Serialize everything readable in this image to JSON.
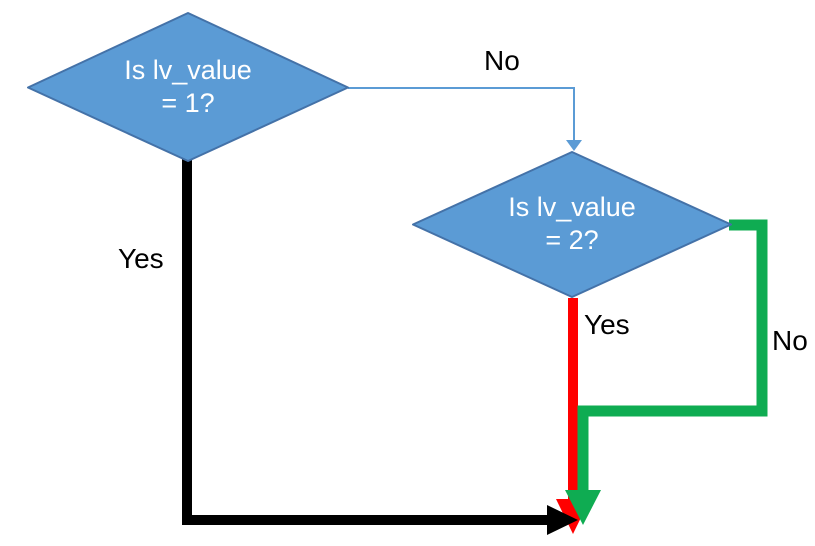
{
  "diagram": {
    "type": "flowchart",
    "background": "#FFFFFF"
  },
  "nodes": [
    {
      "id": "decision1",
      "shape": "diamond",
      "label": "Is lv_value = 1?",
      "lines": [
        "Is lv_value",
        "= 1?"
      ]
    },
    {
      "id": "decision2",
      "shape": "diamond",
      "label": "Is lv_value = 2?",
      "lines": [
        "Is lv_value",
        "= 2?"
      ]
    }
  ],
  "edges": [
    {
      "id": "no1",
      "label": "No",
      "from": "decision1-right",
      "to": "decision2-top",
      "style": "thin-arrow",
      "color": "#5B9BD5"
    },
    {
      "id": "yes1",
      "label": "Yes",
      "from": "decision1-bottom",
      "to": "merge-point",
      "style": "thick-arrow",
      "color": "#000000"
    },
    {
      "id": "yes2",
      "label": "Yes",
      "from": "decision2-bottom",
      "to": "merge-point",
      "style": "thick-arrow",
      "color": "#FF0000"
    },
    {
      "id": "no2",
      "label": "No",
      "from": "decision2-right",
      "to": "merge-point",
      "style": "thick-arrow",
      "color": "#0FAC52"
    }
  ],
  "colors": {
    "node_fill": "#5B9BD5",
    "node_border": "#4472A8",
    "node_text": "#FFFFFF",
    "edge_no_thin_blue": "#5B9BD5",
    "edge_yes_black": "#000000",
    "edge_yes_red": "#FF0000",
    "edge_no_green": "#0FAC52",
    "label_text": "#000000"
  }
}
